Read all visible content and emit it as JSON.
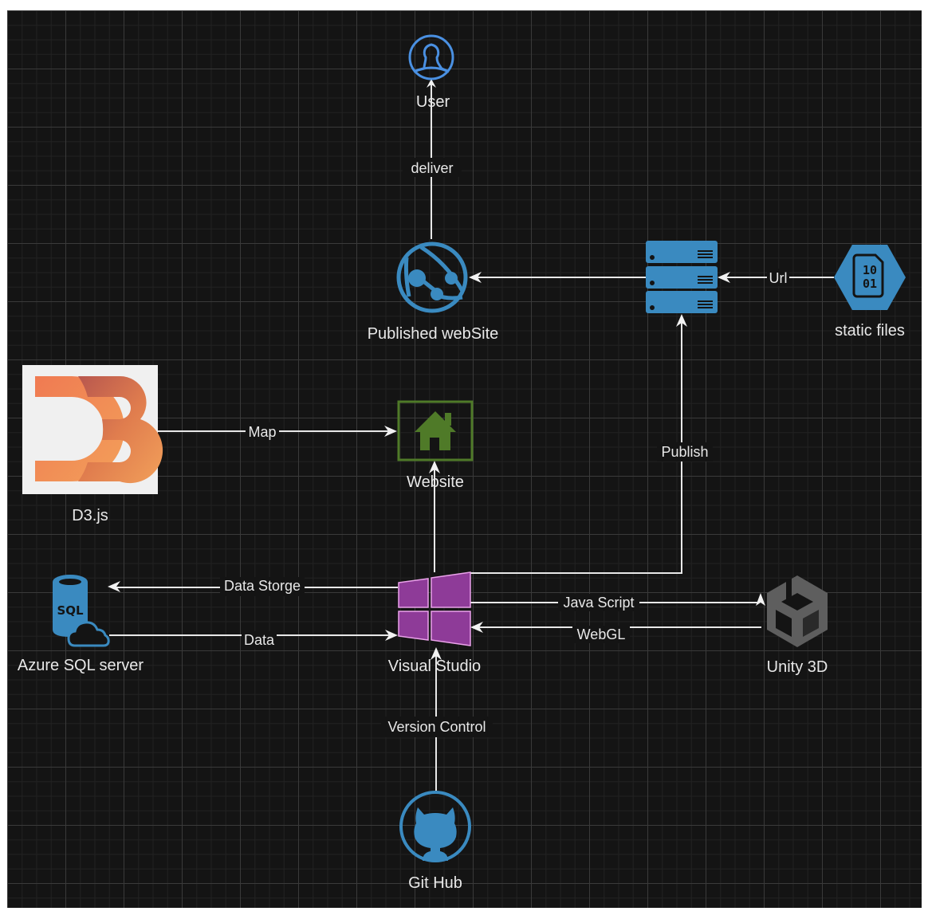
{
  "diagram": {
    "background": "#141414",
    "nodes": {
      "user": {
        "label": "User",
        "icon": "user-icon",
        "color": "#4a90e2"
      },
      "published_website": {
        "label": "Published webSite",
        "icon": "azure-web-app-globe-icon",
        "color": "#3a8ac0"
      },
      "server": {
        "label": "",
        "icon": "server-rack-icon",
        "color": "#3a8ac0"
      },
      "static_files": {
        "label": "static files",
        "icon": "binary-file-hexagon-icon",
        "color": "#3a8ac0"
      },
      "d3": {
        "label": "D3.js",
        "icon": "d3-logo-icon",
        "color": "#f08a4b"
      },
      "website": {
        "label": "Website",
        "icon": "home-icon",
        "color": "#4f7a28"
      },
      "azure_sql": {
        "label": "Azure SQL server",
        "icon": "sql-database-cloud-icon",
        "icon_text": "SQL",
        "color": "#3a8ac0"
      },
      "visual_studio": {
        "label": "Visual Studio",
        "icon": "windows-logo-icon",
        "color": "#8e3b98"
      },
      "unity": {
        "label": "Unity 3D",
        "icon": "unity-cube-icon",
        "color": "#5e5e5e"
      },
      "github": {
        "label": "Git Hub",
        "icon": "github-octocat-icon",
        "color": "#3a8ac0"
      },
      "static_files_text": {
        "line1": "10",
        "line2": "01"
      }
    },
    "edges": [
      {
        "from": "published_website",
        "to": "user",
        "label": "deliver"
      },
      {
        "from": "server",
        "to": "published_website",
        "label": ""
      },
      {
        "from": "static_files",
        "to": "server",
        "label": "Url"
      },
      {
        "from": "d3",
        "to": "website",
        "label": "Map"
      },
      {
        "from": "visual_studio",
        "to": "website",
        "label": ""
      },
      {
        "from": "visual_studio",
        "to": "server",
        "label": "Publish"
      },
      {
        "from": "visual_studio",
        "to": "azure_sql",
        "label": "Data Storge"
      },
      {
        "from": "azure_sql",
        "to": "visual_studio",
        "label": "Data"
      },
      {
        "from": "visual_studio",
        "to": "unity",
        "label": "Java Script"
      },
      {
        "from": "unity",
        "to": "visual_studio",
        "label": "WebGL"
      },
      {
        "from": "github",
        "to": "visual_studio",
        "label": "Version Control"
      }
    ]
  }
}
